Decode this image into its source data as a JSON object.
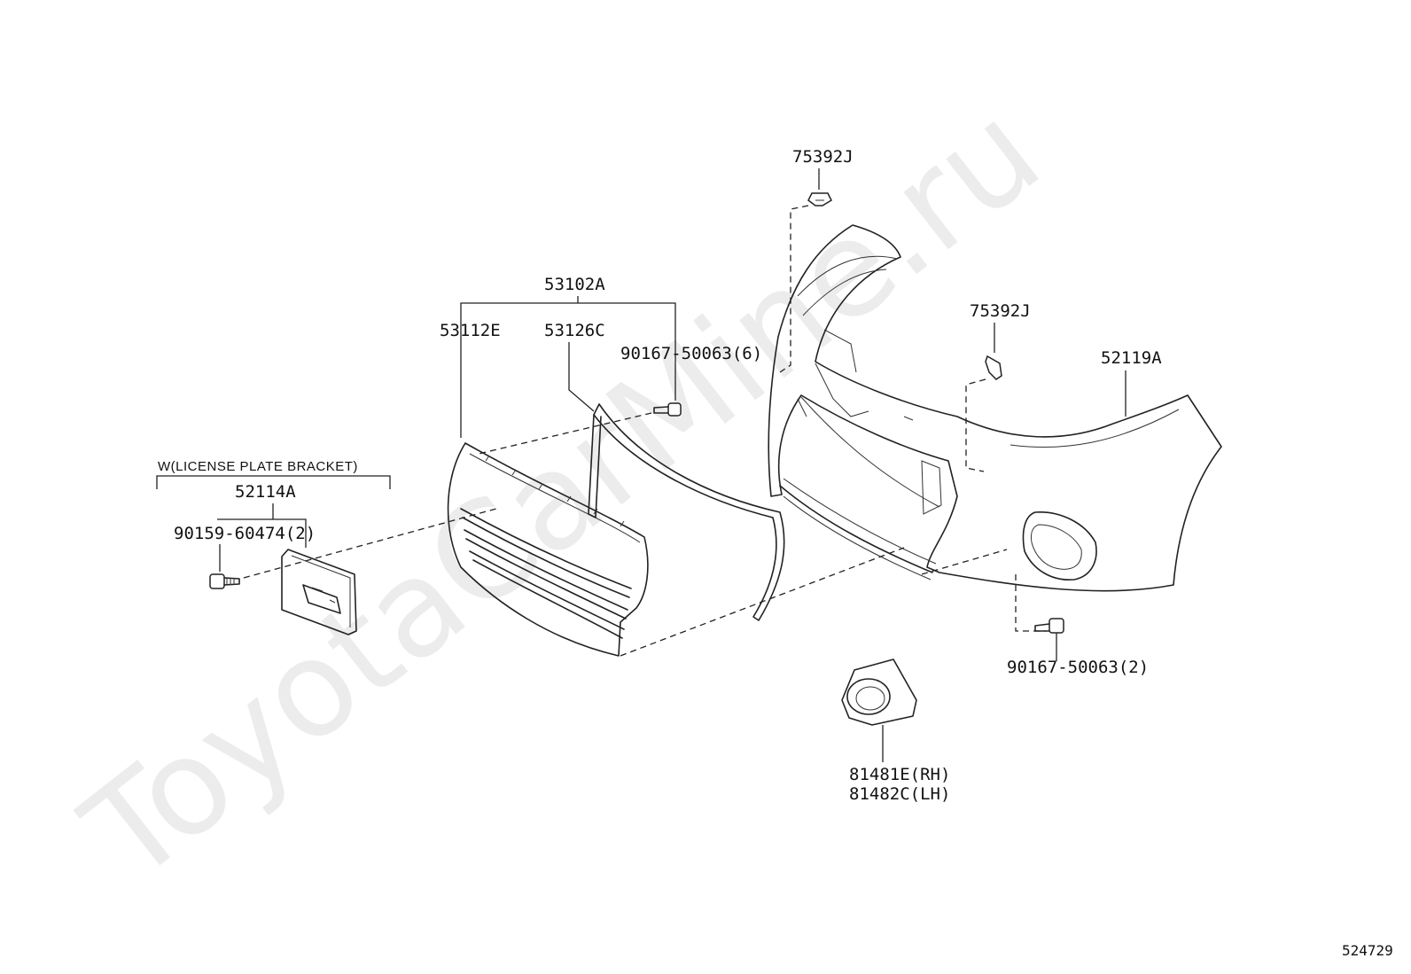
{
  "watermark": "ToyotaCarMine.ru",
  "reference_number": "524729",
  "parts": {
    "upper_grille_assy": "53102A",
    "lower_grille": "53112E",
    "grille_molding": "53126C",
    "grille_screw": "90167-50063(6)",
    "license_plate_group": "W(LICENSE PLATE BRACKET)",
    "license_plate_bracket": "52114A",
    "bracket_screw": "90159-60474(2)",
    "clip_top": "75392J",
    "clip_middle": "75392J",
    "bumper_cover": "52119A",
    "bumper_screw": "90167-50063(2)",
    "fog_cover_rh": "81481E(RH)",
    "fog_cover_lh": "81482C(LH)"
  }
}
